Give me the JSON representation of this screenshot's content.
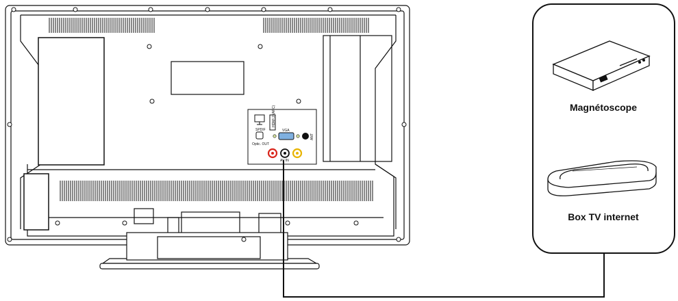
{
  "devices": {
    "vcr_label": "Magnétoscope",
    "box_label": "Box TV internet"
  },
  "tv_ports": {
    "spdif": "SPDIF",
    "optic_out": "Optic. OUT",
    "hdmi": "HDMI 2 (ARC)",
    "vga": "VGA",
    "ant": "ANT",
    "av_in": "AV IN"
  },
  "colors": {
    "line": "#111111",
    "av_red": "#d9261c",
    "av_yellow": "#e8b400",
    "vga_blue": "#2d6fb8"
  }
}
